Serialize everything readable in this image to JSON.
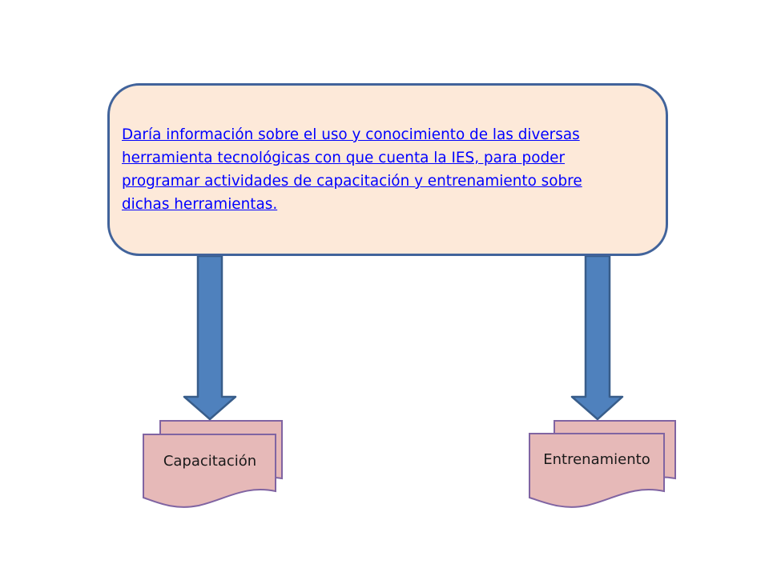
{
  "main_box": {
    "text": "Daría información sobre el uso y conocimiento de las diversas herramienta tecnológicas con que cuenta la IES, para poder programar actividades de capacitación y entrenamiento sobre dichas herramientas."
  },
  "documents": [
    {
      "label": "Capacitación"
    },
    {
      "label": "Entrenamiento"
    }
  ],
  "colors": {
    "box_fill": "#fde9d9",
    "box_border": "#41639b",
    "arrow_fill": "#4f81bd",
    "arrow_border": "#385d8a",
    "doc_fill": "#e6b9b8",
    "doc_border": "#8064a2",
    "link_text": "#0000ff"
  }
}
